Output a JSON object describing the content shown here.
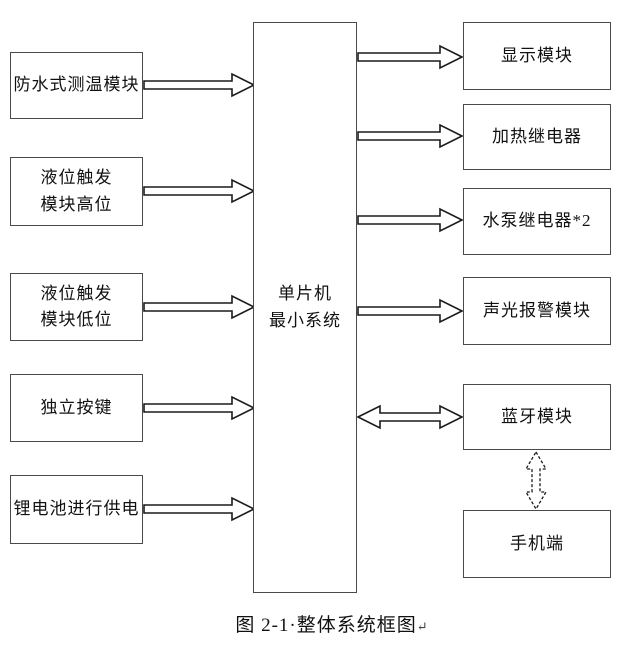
{
  "figure": {
    "caption": "图 2-1·整体系统框图",
    "paragraph_mark": "↵"
  },
  "nodes": {
    "center": {
      "label": "单片机\n最小系统"
    },
    "left": [
      {
        "label": "防水式测温模块"
      },
      {
        "label": "液位触发\n模块高位"
      },
      {
        "label": "液位触发\n模块低位"
      },
      {
        "label": "独立按键"
      },
      {
        "label": "锂电池进行供电"
      }
    ],
    "right": [
      {
        "label": "显示模块"
      },
      {
        "label": "加热继电器"
      },
      {
        "label": "水泵继电器*2"
      },
      {
        "label": "声光报警模块"
      },
      {
        "label": "蓝牙模块"
      },
      {
        "label": "手机端"
      }
    ]
  },
  "connections": [
    {
      "from": "防水式测温模块",
      "to": "单片机最小系统",
      "direction": "one-way",
      "line": "solid"
    },
    {
      "from": "液位触发模块高位",
      "to": "单片机最小系统",
      "direction": "one-way",
      "line": "solid"
    },
    {
      "from": "液位触发模块低位",
      "to": "单片机最小系统",
      "direction": "one-way",
      "line": "solid"
    },
    {
      "from": "独立按键",
      "to": "单片机最小系统",
      "direction": "one-way",
      "line": "solid"
    },
    {
      "from": "锂电池进行供电",
      "to": "单片机最小系统",
      "direction": "one-way",
      "line": "solid"
    },
    {
      "from": "单片机最小系统",
      "to": "显示模块",
      "direction": "one-way",
      "line": "solid"
    },
    {
      "from": "单片机最小系统",
      "to": "加热继电器",
      "direction": "one-way",
      "line": "solid"
    },
    {
      "from": "单片机最小系统",
      "to": "水泵继电器*2",
      "direction": "one-way",
      "line": "solid"
    },
    {
      "from": "单片机最小系统",
      "to": "声光报警模块",
      "direction": "one-way",
      "line": "solid"
    },
    {
      "from": "单片机最小系统",
      "to": "蓝牙模块",
      "direction": "two-way",
      "line": "solid"
    },
    {
      "from": "蓝牙模块",
      "to": "手机端",
      "direction": "two-way",
      "line": "dashed"
    }
  ],
  "colors": {
    "background": "#ffffff",
    "box_border": "#4a4a4a",
    "arrow_outline": "#1a1a1a",
    "text": "#111111"
  }
}
